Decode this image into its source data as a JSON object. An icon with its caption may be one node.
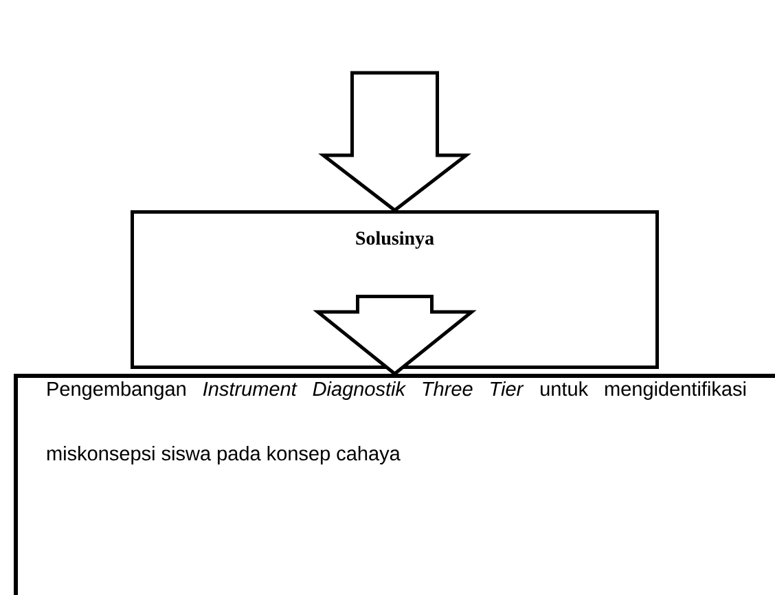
{
  "diagram": {
    "nodes": [
      {
        "text": [
          "Solusinya"
        ]
      },
      {
        "text": [
          "Pengembangan *Instrument Diagnostik Three Tier* untuk mengidentifikasi miskonsepsi siswa pada konsep cahaya"
        ]
      }
    ],
    "edges": [
      {
        "from": null,
        "to": 0,
        "arrow": "to"
      },
      {
        "from": 0,
        "to": 1,
        "arrow": "to"
      }
    ]
  }
}
